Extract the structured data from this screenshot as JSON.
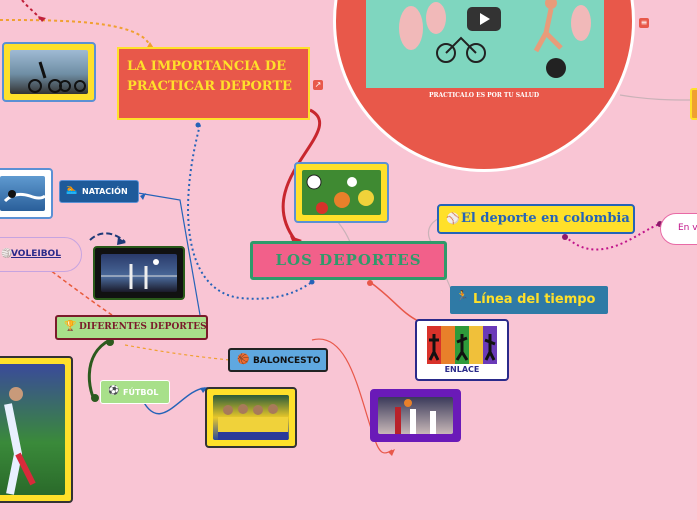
{
  "central": {
    "label": "LOS DEPORTES"
  },
  "importance": {
    "label": "LA IMPORTANCIA DE PRACTICAR DEPORTE"
  },
  "video_caption": "PRACTICALO ES POR TU SALUD",
  "colombia": {
    "label": "El deporte en colombia",
    "icon": "⚾"
  },
  "timeline": {
    "label": "Línea del tiempo",
    "icon": "🏃"
  },
  "enlace": {
    "label": "ENLACE"
  },
  "diferentes": {
    "label": "DIFERENTES DEPORTES",
    "icon": "🏆"
  },
  "natacion": {
    "label": "NATACIÓN",
    "icon": "🏊"
  },
  "voleibol": {
    "label": "VOLEIBOL",
    "icon": "🏐"
  },
  "futbol": {
    "label": "FÚTBOL",
    "icon": "⚽"
  },
  "baloncesto": {
    "label": "BALONCESTO",
    "icon": "🏀"
  },
  "right_bubble": {
    "label": "En v"
  },
  "colors": {
    "central_border": "#2f9a6a",
    "central_text": "#2f9a6a",
    "importance_bg": "#e8584a",
    "importance_text": "#ffe02a",
    "link_red": "#d83232",
    "link_blue": "#2563b8"
  }
}
